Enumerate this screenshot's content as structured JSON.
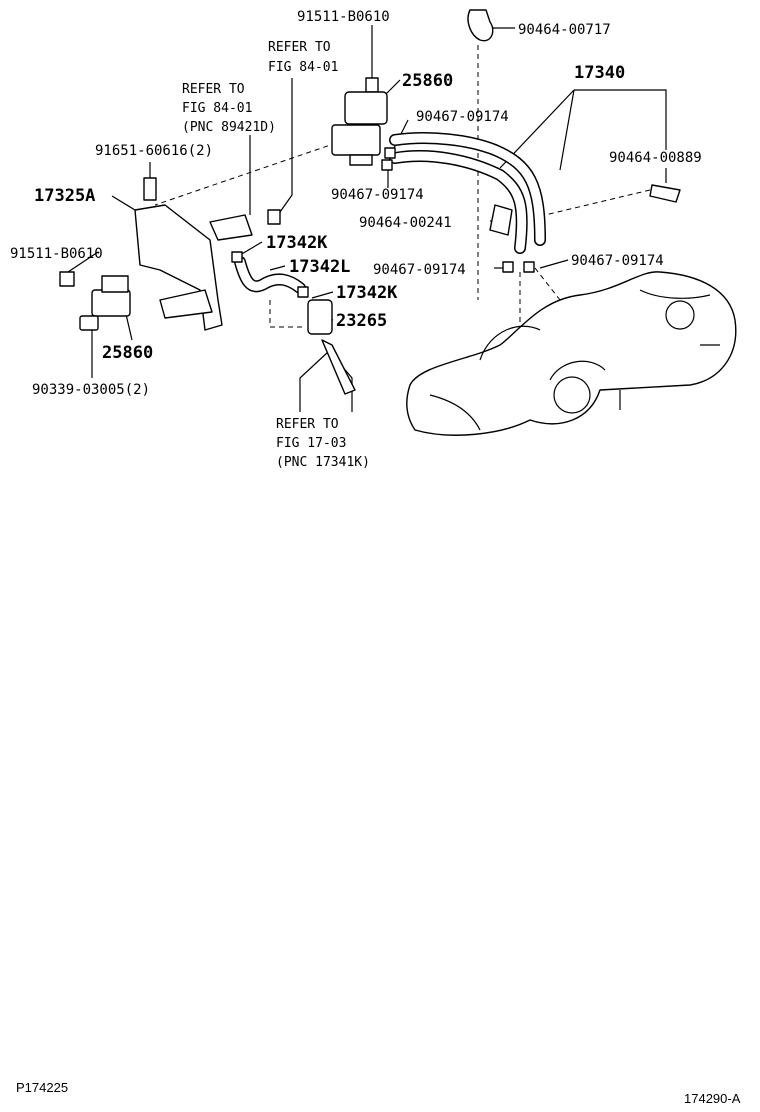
{
  "labels": {
    "p91511_top": "91511-B0610",
    "p90464_00717": "90464-00717",
    "ref1_l1": "REFER TO",
    "ref1_l2": "FIG 84-01",
    "ref2_l1": "REFER TO",
    "ref2_l2": "FIG 84-01",
    "ref2_l3": "(PNC 89421D)",
    "p25860_top": "25860",
    "p17340": "17340",
    "p90467_a": "90467-09174",
    "p91651": "91651-60616(2)",
    "p90464_00889": "90464-00889",
    "p17325A": "17325A",
    "p90467_b": "90467-09174",
    "p90464_00241": "90464-00241",
    "p17342K_a": "17342K",
    "p91511_left": "91511-B0610",
    "p17342L": "17342L",
    "p90467_c": "90467-09174",
    "p90467_d": "90467-09174",
    "p17342K_b": "17342K",
    "p23265": "23265",
    "p25860_bot": "25860",
    "p90339": "90339-03005(2)",
    "ref3_l1": "REFER TO",
    "ref3_l2": "FIG 17-03",
    "ref3_l3": "(PNC 17341K)"
  },
  "footer": {
    "left": "P174225",
    "right": "174290-A"
  }
}
